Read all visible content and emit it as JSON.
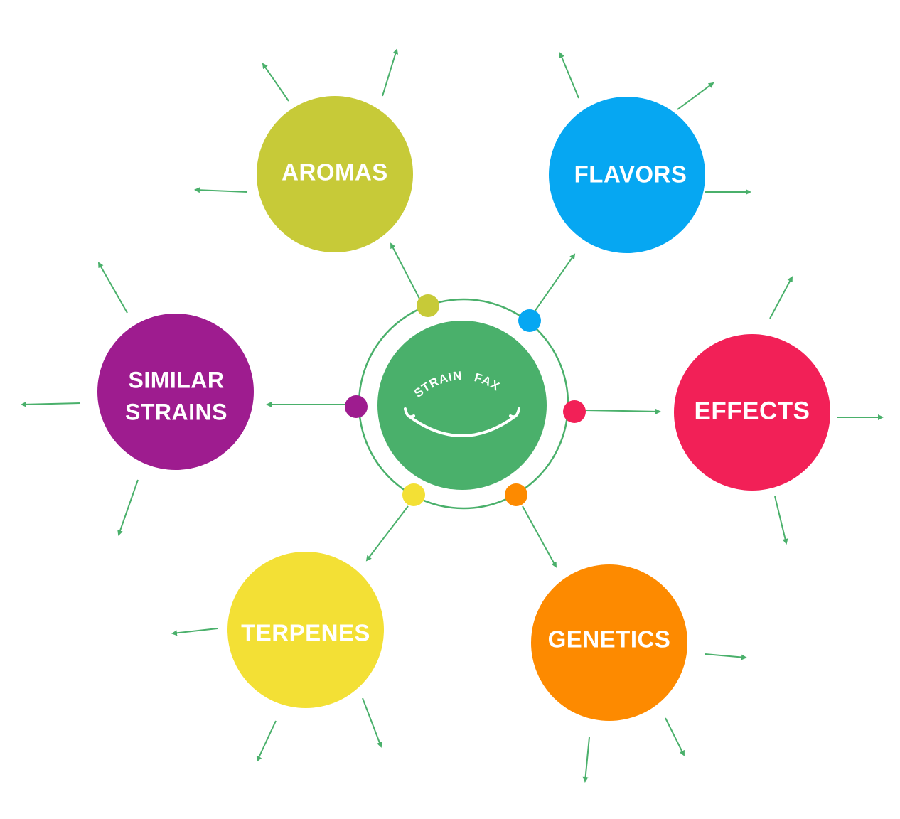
{
  "center": {
    "logo_word_1": "STRAIN",
    "logo_word_2": "FAX",
    "color": "#4ab06b",
    "ring_color": "#4ab06b"
  },
  "nodes": [
    {
      "id": "aromas",
      "label_lines": [
        "AROMAS"
      ],
      "color": "#c7ca38"
    },
    {
      "id": "flavors",
      "label_lines": [
        "FLAVORS"
      ],
      "color": "#06a7f2"
    },
    {
      "id": "effects",
      "label_lines": [
        "EFFECTS"
      ],
      "color": "#f22057"
    },
    {
      "id": "genetics",
      "label_lines": [
        "GENETICS"
      ],
      "color": "#fd8a00"
    },
    {
      "id": "terpenes",
      "label_lines": [
        "TERPENES"
      ],
      "color": "#f3e035"
    },
    {
      "id": "similar-strains",
      "label_lines": [
        "SIMILAR",
        "STRAINS"
      ],
      "color": "#9e1c8f"
    }
  ],
  "arrow_color": "#4ab06b"
}
